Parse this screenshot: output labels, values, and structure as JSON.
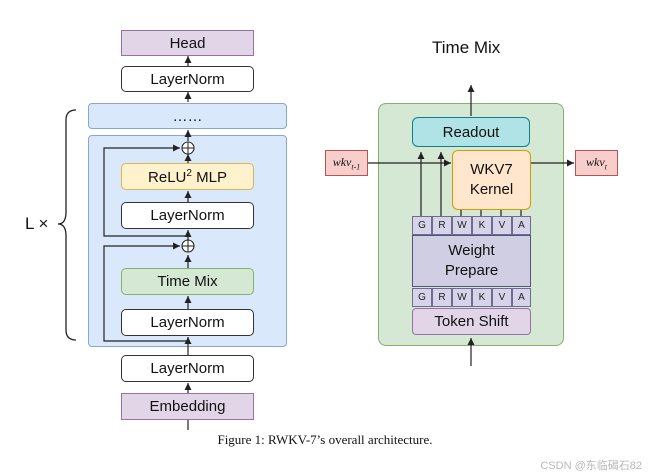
{
  "left_stack": {
    "head": "Head",
    "layernorm_top": "LayerNorm",
    "ellipsis": "……",
    "relu_mlp": {
      "prefix": "ReLU",
      "sup": "2",
      "suffix": " MLP"
    },
    "layernorm_mid1": "LayerNorm",
    "time_mix": "Time Mix",
    "layernorm_mid2": "LayerNorm",
    "layernorm_bottom": "LayerNorm",
    "embedding": "Embedding",
    "repeat_label": "L ×"
  },
  "time_mix_block": {
    "title": "Time Mix",
    "readout": "Readout",
    "kernel_line1": "WKV7",
    "kernel_line2": "Kernel",
    "weight_prepare_line1": "Weight",
    "weight_prepare_line2": "Prepare",
    "token_shift": "Token Shift",
    "top_cells": [
      "G",
      "R",
      "W",
      "K",
      "V",
      "A"
    ],
    "bottom_cells": [
      "G",
      "R",
      "W",
      "K",
      "V",
      "A"
    ],
    "wkv_in": {
      "base": "wkv",
      "sub": "t-1"
    },
    "wkv_out": {
      "base": "wkv",
      "sub": "t"
    }
  },
  "caption": "Figure 1: RWKV-7’s overall architecture.",
  "watermark": "CSDN @东临碣石82",
  "colors": {
    "purple": "#e1d5e7",
    "purple_dark": "#d0cee2",
    "blue": "#dae8fc",
    "blue_border": "#6c8ebf",
    "yellow": "#fff2cc",
    "yellow_border": "#d6b656",
    "green": "#d5e8d4",
    "green_border": "#82b366",
    "cyan": "#b0e3e6",
    "orange": "#ffe6cc",
    "red": "#f8cecc"
  }
}
